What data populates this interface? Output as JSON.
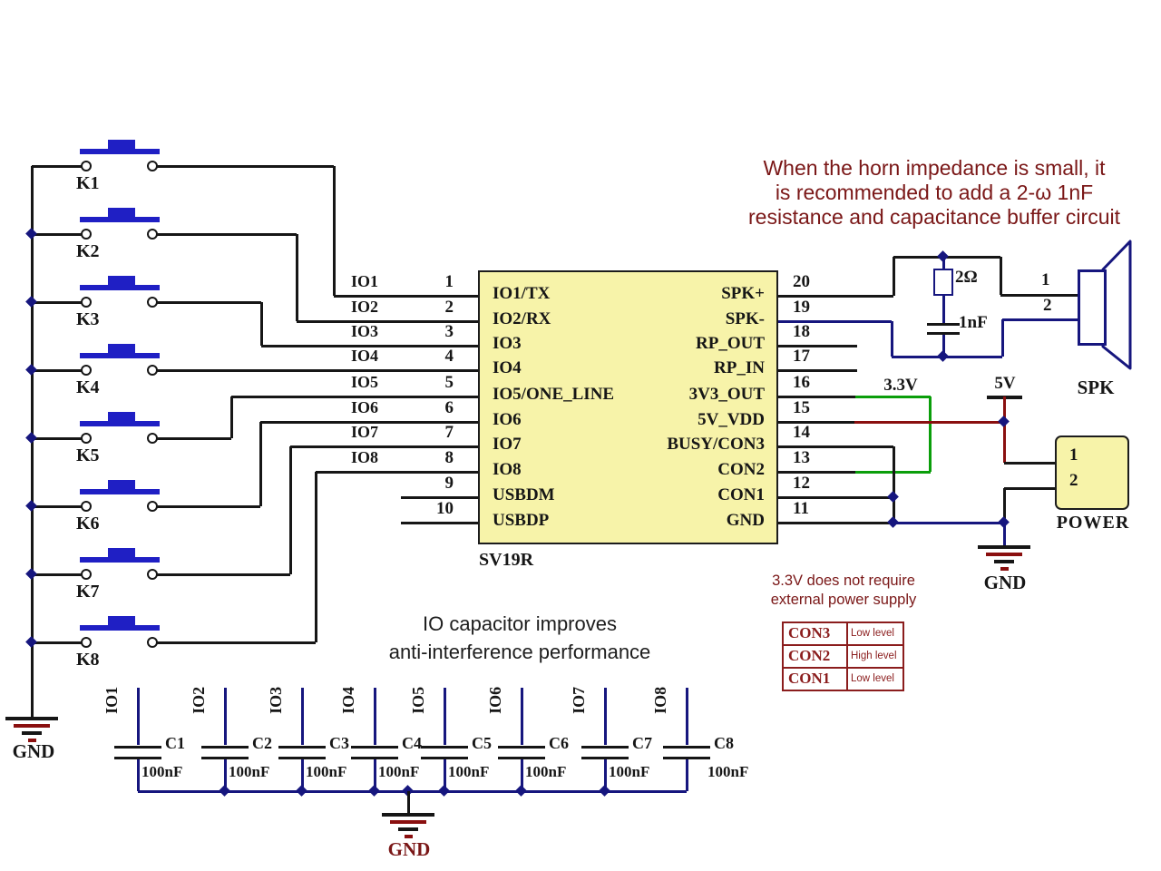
{
  "colors": {
    "wire": "#161616",
    "navy": "#16167e",
    "green": "#0a9e0a",
    "dark_red": "#8a0f0f",
    "annotation": "#7a1717",
    "table_red": "#8b1d1d",
    "ic_fill": "#f7f3a9",
    "button_blue": "#1f1fc4"
  },
  "notes": {
    "horn_lines": [
      "When the horn impedance is small, it",
      "is recommended to add a 2-ω 1nF",
      "resistance and capacitance buffer circuit"
    ],
    "io_cap_lines": [
      "IO capacitor improves",
      "anti-interference performance"
    ],
    "power_lines": [
      "3.3V does not require",
      "external power supply"
    ]
  },
  "ic": {
    "name": "SV19R",
    "left_pins": [
      {
        "num": "1",
        "label": "IO1/TX",
        "net": "IO1"
      },
      {
        "num": "2",
        "label": "IO2/RX",
        "net": "IO2"
      },
      {
        "num": "3",
        "label": "IO3",
        "net": "IO3"
      },
      {
        "num": "4",
        "label": "IO4",
        "net": "IO4"
      },
      {
        "num": "5",
        "label": "IO5/ONE_LINE",
        "net": "IO5"
      },
      {
        "num": "6",
        "label": "IO6",
        "net": "IO6"
      },
      {
        "num": "7",
        "label": "IO7",
        "net": "IO7"
      },
      {
        "num": "8",
        "label": "IO8",
        "net": "IO8"
      },
      {
        "num": "9",
        "label": "USBDM",
        "net": ""
      },
      {
        "num": "10",
        "label": "USBDP",
        "net": ""
      }
    ],
    "right_pins": [
      {
        "num": "20",
        "label": "SPK+"
      },
      {
        "num": "19",
        "label": "SPK-"
      },
      {
        "num": "18",
        "label": "RP_OUT"
      },
      {
        "num": "17",
        "label": "RP_IN"
      },
      {
        "num": "16",
        "label": "3V3_OUT"
      },
      {
        "num": "15",
        "label": "5V_VDD"
      },
      {
        "num": "14",
        "label": "BUSY/CON3"
      },
      {
        "num": "13",
        "label": "CON2"
      },
      {
        "num": "12",
        "label": "CON1"
      },
      {
        "num": "11",
        "label": "GND"
      }
    ]
  },
  "buttons": [
    "K1",
    "K2",
    "K3",
    "K4",
    "K5",
    "K6",
    "K7",
    "K8"
  ],
  "capacitors": [
    {
      "name": "C1",
      "value": "100nF",
      "net": "IO1"
    },
    {
      "name": "C2",
      "value": "100nF",
      "net": "IO2"
    },
    {
      "name": "C3",
      "value": "100nF",
      "net": "IO3"
    },
    {
      "name": "C4",
      "value": "100nF",
      "net": "IO4"
    },
    {
      "name": "C5",
      "value": "100nF",
      "net": "IO5"
    },
    {
      "name": "C6",
      "value": "100nF",
      "net": "IO6"
    },
    {
      "name": "C7",
      "value": "100nF",
      "net": "IO7"
    },
    {
      "name": "C8",
      "value": "100nF",
      "net": "IO8"
    }
  ],
  "con_table": {
    "rows": [
      {
        "signal": "CON3",
        "level": "Low level"
      },
      {
        "signal": "CON2",
        "level": "High level"
      },
      {
        "signal": "CON1",
        "level": "Low level"
      }
    ]
  },
  "power": {
    "label": "POWER",
    "pin1": "1",
    "pin2": "2"
  },
  "speaker": {
    "label": "SPK",
    "pin1": "1",
    "pin2": "2"
  },
  "rails": {
    "v33": "3.3V",
    "v5": "5V",
    "gnd": "GND"
  },
  "rc": {
    "resistor": "2Ω",
    "capacitor": "1nF"
  }
}
